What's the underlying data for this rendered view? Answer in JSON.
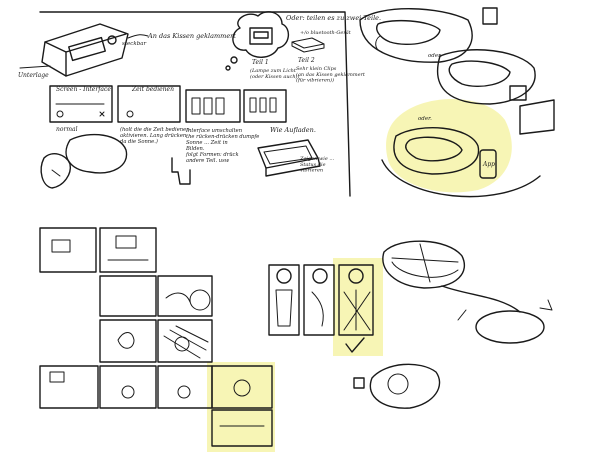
{
  "colors": {
    "ink": "#1a1a1a",
    "highlight": "#f6f3a8",
    "paper": "#ffffff"
  },
  "notes": {
    "an_das_kissen": "An das Kissen geklammert",
    "oder_teilen": "Oder: teilen es zu zwei Teile.",
    "bluetooth": "+/o bluetooth-Gerät",
    "teil1": "Teil 1",
    "teil1_sub": "(Lampe zum Licht\n(oder Kissen auch))",
    "teil2": "Teil 2",
    "teil2_sub": "Sehr klein Clips\n(an das Kissen geklammert\n(für vibrieren))",
    "screen_interface": "Screen - Interface",
    "zeit_bedienen": "Zeit bedienen",
    "normal": "normal",
    "steckbar": "steckbar",
    "unterlage": "Unterlage",
    "note_middle": "(holt die die Zeit bedienen\naktivieren. Lang drücken\nda die Sonne.)",
    "note_right": "Interface umschalten\nthe rücken-drücken dumpfe\nSonne ... Zeit in\nBilden.\nfolgt Formen: drück\nandere Teil. usw",
    "wie_aufladen": "Wie Aufladen.",
    "oder_small": "oder.",
    "app": "App",
    "notification_note": "Zeigen wie ...\nStatus die\nvibrieren"
  }
}
